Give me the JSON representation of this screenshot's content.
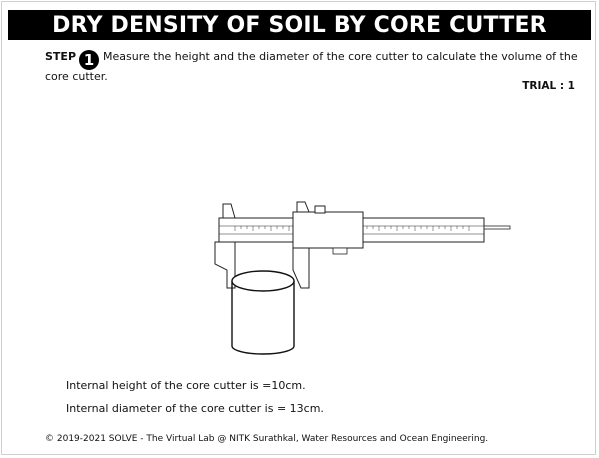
{
  "header": {
    "title": "DRY DENSITY OF SOIL BY CORE CUTTER"
  },
  "step": {
    "label": "STEP",
    "number": "1",
    "instruction": "Measure the height and the diameter of the core cutter to calculate the volume of the core cutter."
  },
  "trial": {
    "label": "TRIAL : 1"
  },
  "apparatus": {
    "icons": [
      "vernier-caliper-icon",
      "core-cutter-icon"
    ]
  },
  "measurements": {
    "height_text": "Internal height of the core cutter is =10cm.",
    "diameter_text": "Internal diameter of the core cutter is = 13cm."
  },
  "footer": {
    "copyright": "© 2019-2021 SOLVE - The Virtual Lab @ NITK Surathkal, Water Resources and Ocean Engineering."
  }
}
